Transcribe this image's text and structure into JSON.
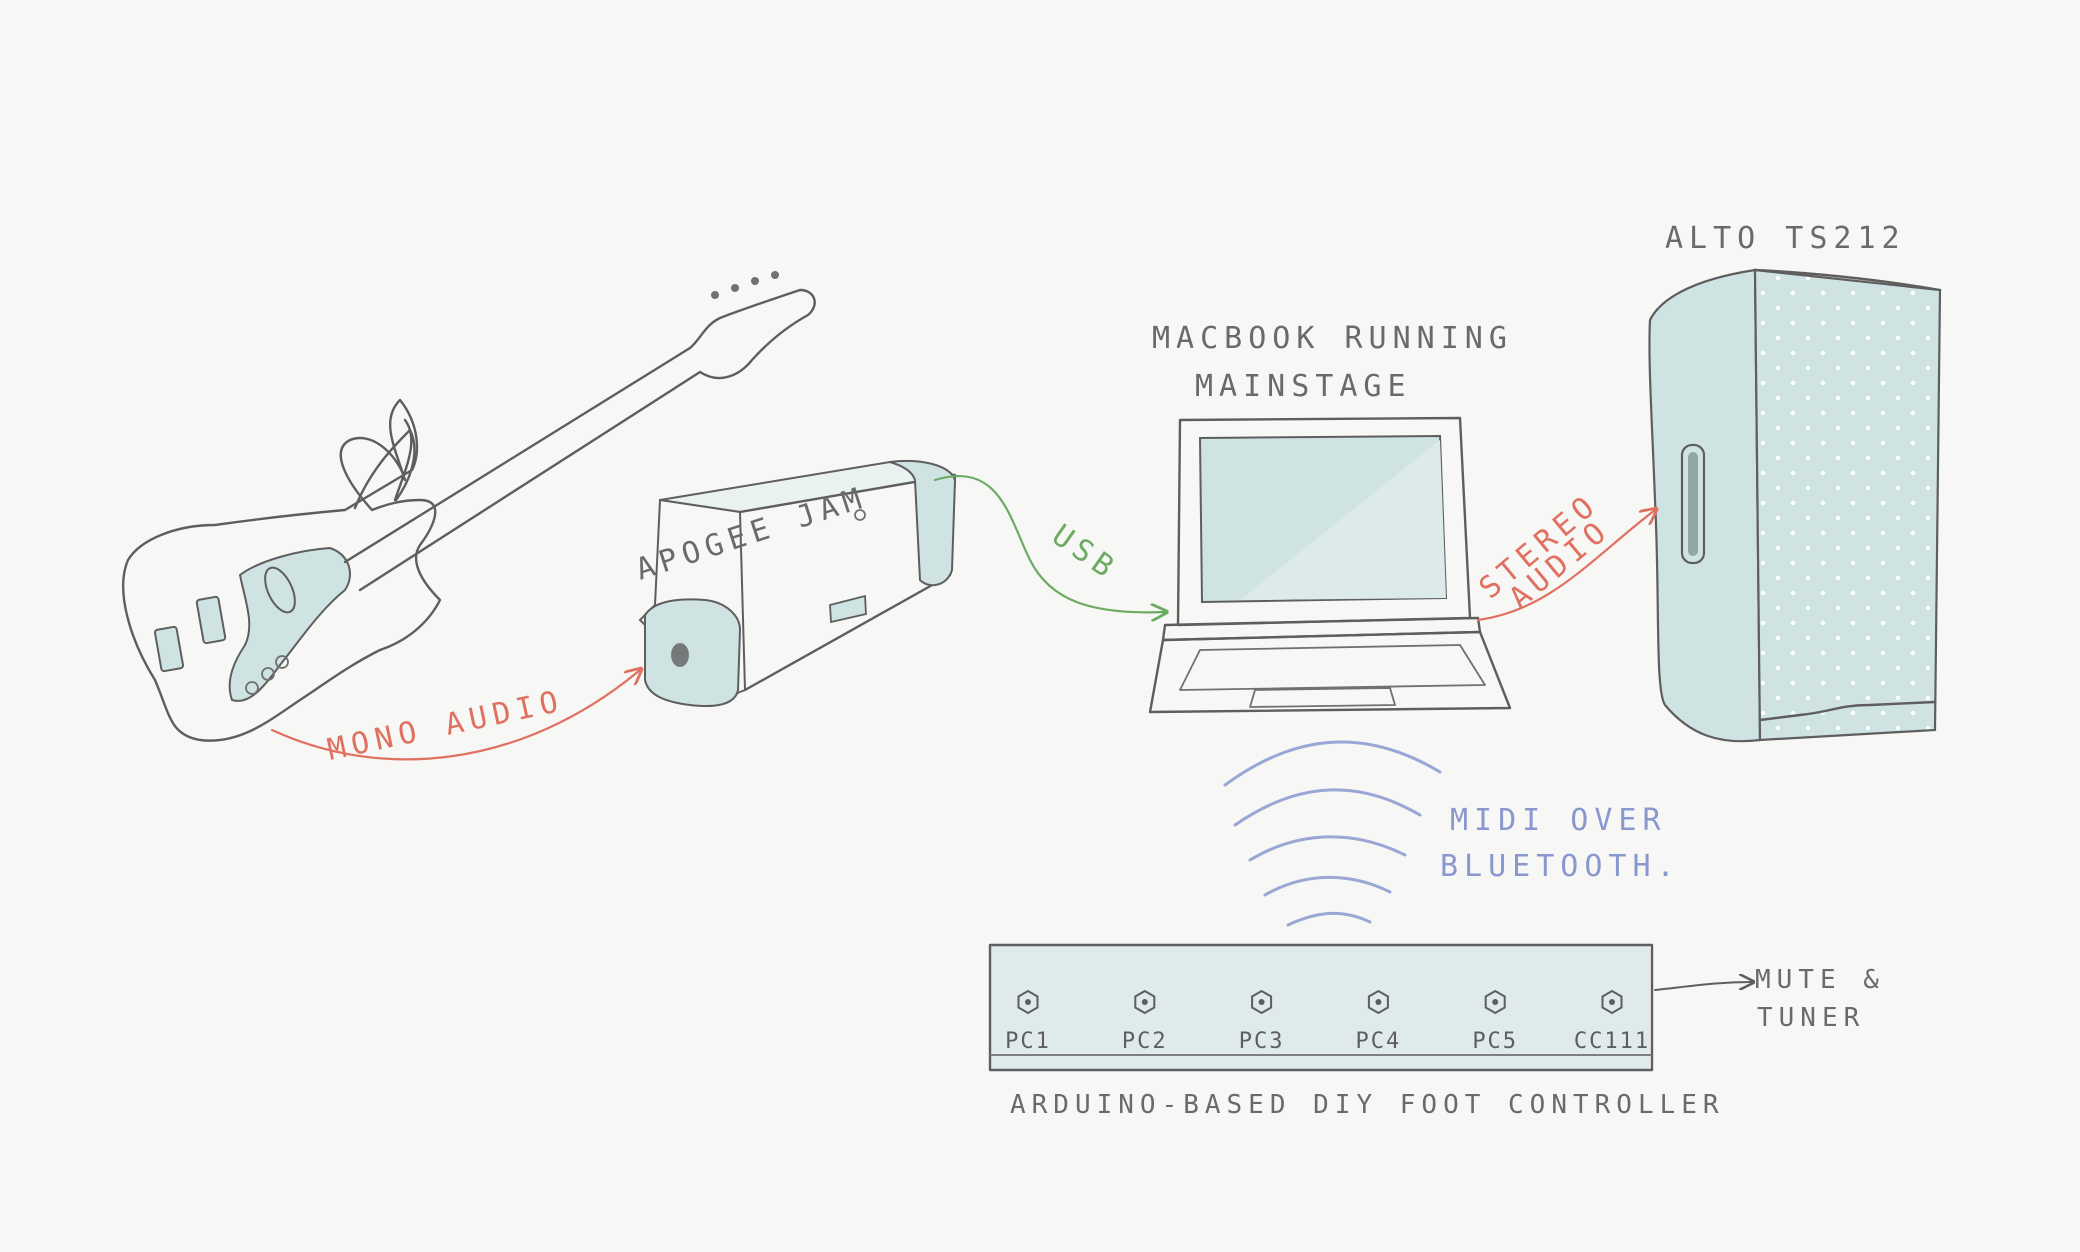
{
  "labels": {
    "speaker": "ALTO TS212",
    "macbook_line1": "MACBOOK RUNNING",
    "macbook_line2": "MAINSTAGE",
    "apogee": "APOGEE JAM",
    "usb": "USB",
    "stereo_line1": "STEREO",
    "stereo_line2": "AUDIO",
    "mono": "MONO AUDIO",
    "midi_line1": "MIDI OVER",
    "midi_line2": "BLUETOOTH.",
    "mute_line1": "MUTE &",
    "mute_line2": "TUNER",
    "controller": "ARDUINO-BASED DIY FOOT CONTROLLER"
  },
  "footswitches": [
    "PC1",
    "PC2",
    "PC3",
    "PC4",
    "PC5",
    "CC111"
  ],
  "colors": {
    "fill": "#cfe3e3",
    "pencil": "#5e5e5e",
    "audio": "#e0705f",
    "usb": "#6cab62",
    "midi": "#8a98cf",
    "background": "#f7f7f6"
  }
}
